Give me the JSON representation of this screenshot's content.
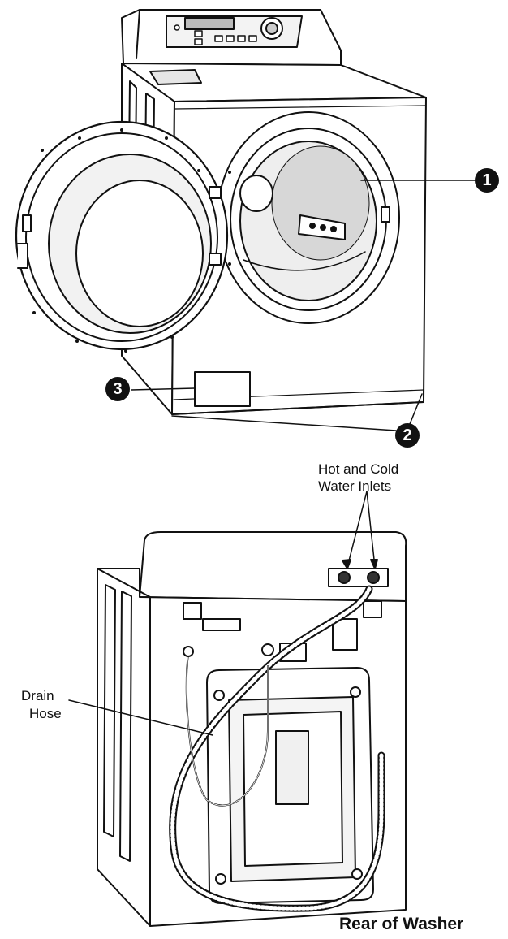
{
  "callouts": [
    "1",
    "2",
    "3"
  ],
  "labels": {
    "inlets_line1": "Hot and Cold",
    "inlets_line2": "Water Inlets",
    "drain_line1": "Drain",
    "drain_line2": "Hose",
    "rear_title": "Rear of Washer"
  }
}
